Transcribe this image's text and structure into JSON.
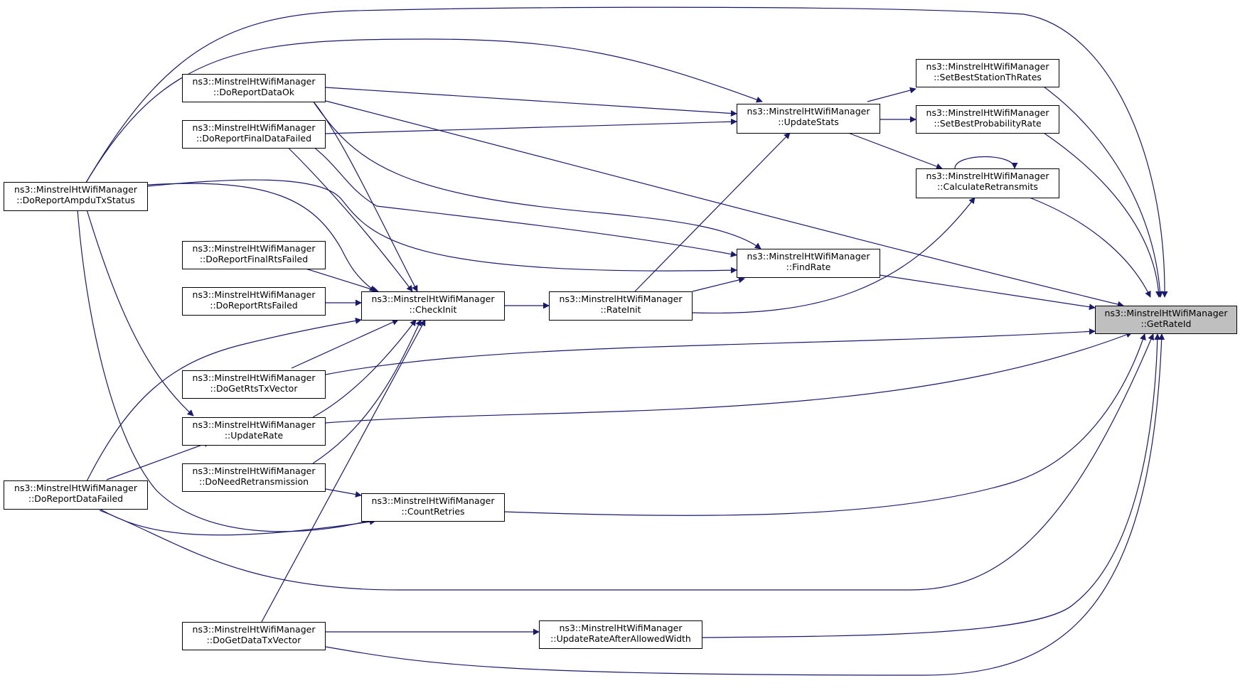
{
  "graph": {
    "edge_color": "#191970",
    "target_fill": "#bfbfbf",
    "nodes": {
      "GetRateId": [
        "ns3::MinstrelHtWifiManager",
        "::GetRateId"
      ],
      "SetBestStationThRates": [
        "ns3::MinstrelHtWifiManager",
        "::SetBestStationThRates"
      ],
      "SetBestProbabilityRate": [
        "ns3::MinstrelHtWifiManager",
        "::SetBestProbabilityRate"
      ],
      "UpdateStats": [
        "ns3::MinstrelHtWifiManager",
        "::UpdateStats"
      ],
      "CalculateRetransmits": [
        "ns3::MinstrelHtWifiManager",
        "::CalculateRetransmits"
      ],
      "FindRate": [
        "ns3::MinstrelHtWifiManager",
        "::FindRate"
      ],
      "RateInit": [
        "ns3::MinstrelHtWifiManager",
        "::RateInit"
      ],
      "CheckInit": [
        "ns3::MinstrelHtWifiManager",
        "::CheckInit"
      ],
      "DoReportDataOk": [
        "ns3::MinstrelHtWifiManager",
        "::DoReportDataOk"
      ],
      "DoReportFinalDataFailed": [
        "ns3::MinstrelHtWifiManager",
        "::DoReportFinalDataFailed"
      ],
      "DoReportAmpduTxStatus": [
        "ns3::MinstrelHtWifiManager",
        "::DoReportAmpduTxStatus"
      ],
      "DoReportFinalRtsFailed": [
        "ns3::MinstrelHtWifiManager",
        "::DoReportFinalRtsFailed"
      ],
      "DoReportRtsFailed": [
        "ns3::MinstrelHtWifiManager",
        "::DoReportRtsFailed"
      ],
      "DoGetRtsTxVector": [
        "ns3::MinstrelHtWifiManager",
        "::DoGetRtsTxVector"
      ],
      "UpdateRate": [
        "ns3::MinstrelHtWifiManager",
        "::UpdateRate"
      ],
      "DoNeedRetransmission": [
        "ns3::MinstrelHtWifiManager",
        "::DoNeedRetransmission"
      ],
      "DoReportDataFailed": [
        "ns3::MinstrelHtWifiManager",
        "::DoReportDataFailed"
      ],
      "CountRetries": [
        "ns3::MinstrelHtWifiManager",
        "::CountRetries"
      ],
      "DoGetDataTxVector": [
        "ns3::MinstrelHtWifiManager",
        "::DoGetDataTxVector"
      ],
      "UpdateRateAfterAllowedWidth": [
        "ns3::MinstrelHtWifiManager",
        "::UpdateRateAfterAllowedWidth"
      ]
    }
  }
}
